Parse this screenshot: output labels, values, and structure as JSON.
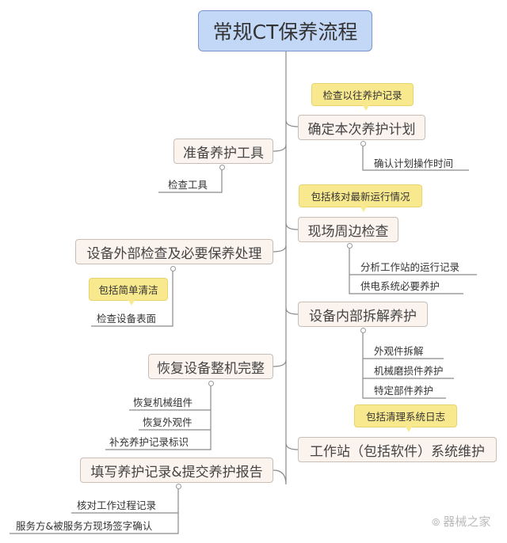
{
  "root": {
    "title": "常规CT保养流程"
  },
  "right": [
    {
      "label": "确定本次养护计划",
      "note": "检查以往养护记录",
      "children": [
        "确认计划操作时间"
      ]
    },
    {
      "label": "现场周边检查",
      "note": "包括核对最新运行情况",
      "children": [
        "分析工作站的运行记录",
        "供电系统必要养护"
      ]
    },
    {
      "label": "设备内部拆解养护",
      "children": [
        "外观件拆解",
        "机械磨损件养护",
        "特定部件养护"
      ]
    },
    {
      "label": "工作站（包括软件）系统维护",
      "note": "包括清理系统日志"
    }
  ],
  "left": [
    {
      "label": "准备养护工具",
      "children": [
        "检查工具"
      ]
    },
    {
      "label": "设备外部检查及必要保养处理",
      "note": "包括简单清洁",
      "children": [
        "检查设备表面"
      ]
    },
    {
      "label": "恢复设备整机完整",
      "children": [
        "恢复机械组件",
        "恢复外观件",
        "补充养护记录标识"
      ]
    },
    {
      "label": "填写养护记录&提交养护报告",
      "children": [
        "核对工作过程记录",
        "服务方&被服务方现场签字确认"
      ]
    }
  ],
  "watermark": "器械之家",
  "colors": {
    "root_fill": "#c3d7f7",
    "node_fill": "#fbf3ee",
    "note_fill": "#f8e98e",
    "line": "#888888"
  }
}
